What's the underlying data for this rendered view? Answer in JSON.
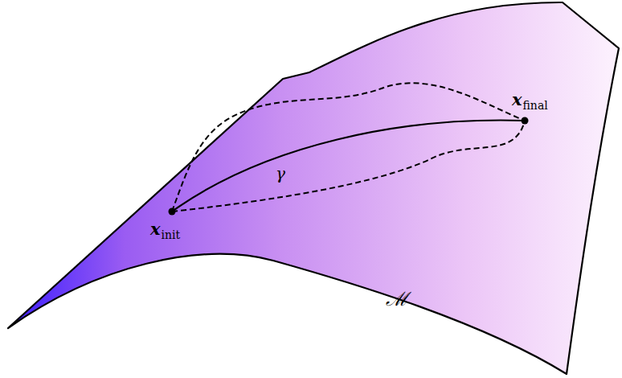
{
  "diagram": {
    "labels": [
      "x",
      "init",
      "x",
      "final",
      "γ",
      "ℳ"
    ]
  }
}
